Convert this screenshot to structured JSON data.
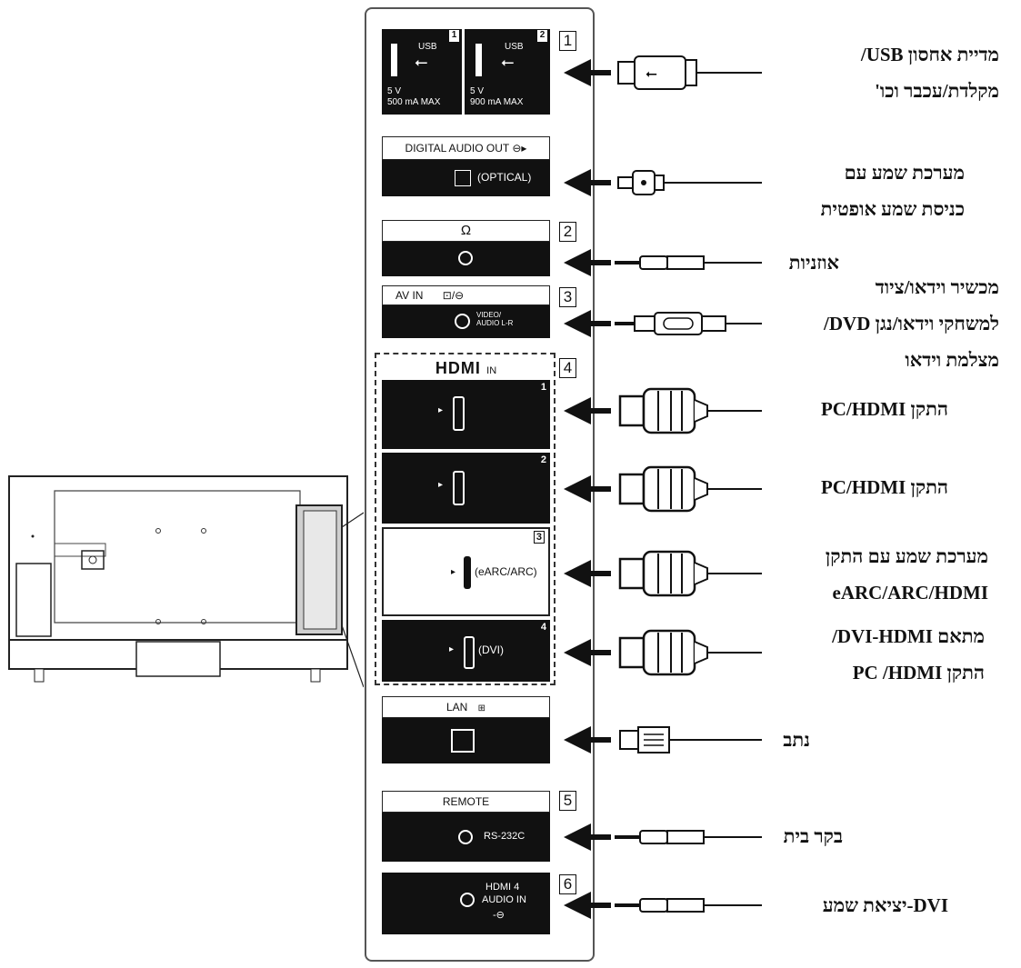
{
  "ports": {
    "usb1": {
      "title": "USB",
      "num": "1",
      "spec_v": "5 V",
      "spec_ma": "500 mA MAX"
    },
    "usb2": {
      "title": "USB",
      "num": "2",
      "spec_v": "5 V",
      "spec_ma": "900 mA MAX"
    },
    "digital_audio": {
      "title": "DIGITAL AUDIO OUT",
      "sub": "(OPTICAL)"
    },
    "av_in": {
      "title": "AV IN",
      "sub": "VIDEO/\nAUDIO L-R"
    },
    "hdmi_header": {
      "brand": "HDMI",
      "suffix": "IN"
    },
    "hdmi1": {
      "num": "1"
    },
    "hdmi2": {
      "num": "2"
    },
    "hdmi3": {
      "num": "3",
      "sub": "(eARC/ARC)"
    },
    "hdmi4": {
      "num": "4",
      "sub": "(DVI)"
    },
    "lan": {
      "title": "LAN"
    },
    "remote": {
      "title": "REMOTE",
      "sub": "RS-232C"
    },
    "hdmi4_audio": {
      "line1": "HDMI 4",
      "line2": "AUDIO IN"
    }
  },
  "group_numbers": [
    "1",
    "2",
    "3",
    "4",
    "5",
    "6"
  ],
  "labels": {
    "usb": [
      "מדיית אחסון USB/",
      "מקלדת/עכבר וכו'"
    ],
    "optical": [
      "מערכת שמע עם",
      "כניסת שמע אופטית"
    ],
    "headphones": "אוזניות",
    "av": [
      "מכשיר וידאו/ציוד",
      "למשחקי וידאו/נגן DVD/",
      "מצלמת וידאו"
    ],
    "hdmi1": "התקן PC/HDMI",
    "hdmi2": "התקן PC/HDMI",
    "hdmi3": [
      "מערכת שמע עם התקן",
      "eARC/ARC/HDMI"
    ],
    "hdmi4": [
      "מתאם DVI-HDMI/",
      "התקן PC /HDMI"
    ],
    "lan": "נתב",
    "remote": "בקר בית",
    "dvi_audio": "DVI-יציאת שמע"
  }
}
